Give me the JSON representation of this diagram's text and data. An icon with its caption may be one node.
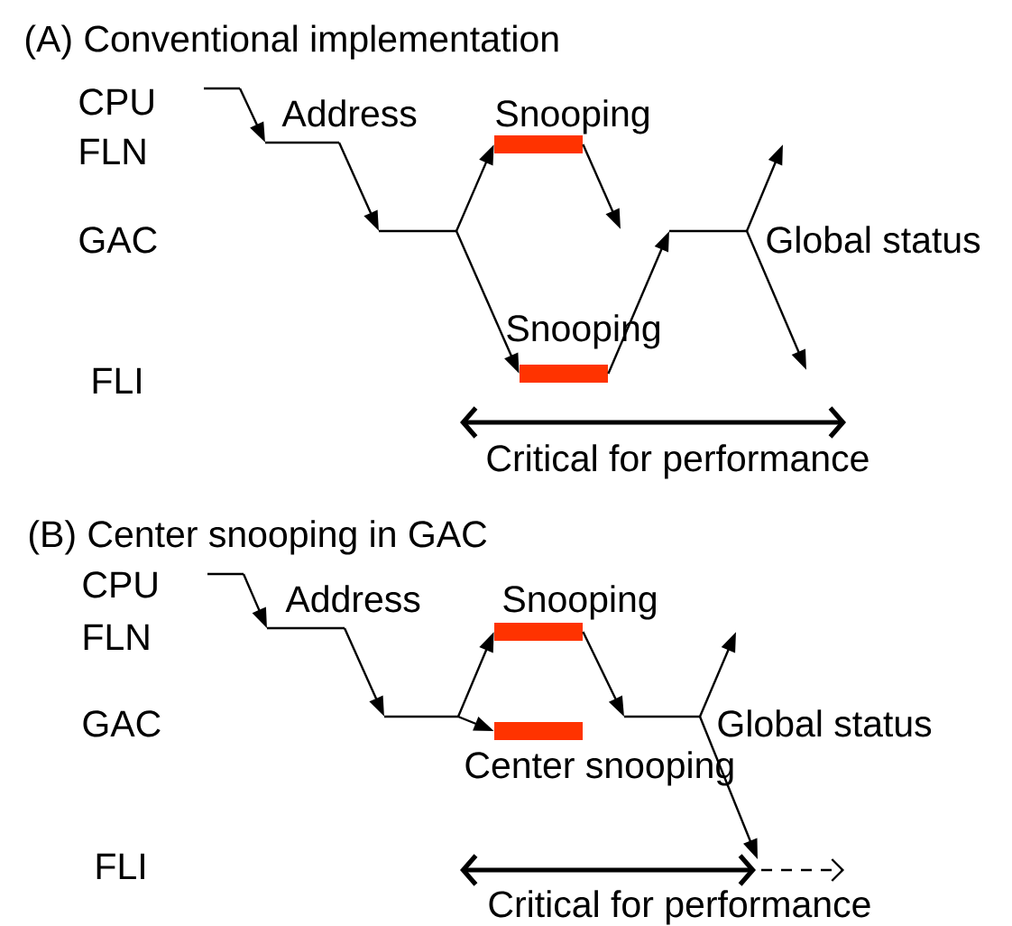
{
  "diagram": {
    "nodes": [
      {
        "text": [],
        "shape": "bar",
        "beside": [
          "Snooping"
        ]
      },
      {
        "text": [],
        "shape": "bar",
        "beside": [
          "Snooping"
        ]
      },
      {
        "text": [],
        "shape": "bar",
        "beside": [
          "Snooping"
        ]
      },
      {
        "text": [],
        "shape": "bar",
        "beside": [
          "Center snooping"
        ]
      }
    ],
    "edges": [
      {
        "from": null,
        "to": 0,
        "arrow": "to"
      },
      {
        "from": 0,
        "to": null,
        "arrow": "to"
      },
      {
        "from": null,
        "to": 1,
        "arrow": "to"
      },
      {
        "from": 1,
        "to": null,
        "arrow": "to"
      },
      {
        "from": null,
        "to": 2,
        "arrow": "to"
      },
      {
        "from": 2,
        "to": null,
        "arrow": "to"
      },
      {
        "from": null,
        "to": 3,
        "arrow": "to"
      }
    ],
    "labels": [
      "(A) Conventional implementation",
      "CPU",
      "FLN",
      "GAC",
      "FLI",
      "Address",
      "Global status",
      "Critical for performance",
      "(B) Center snooping in GAC",
      "CPU",
      "FLN",
      "GAC",
      "FLI",
      "Address",
      "Global status",
      "Critical for performance"
    ]
  }
}
